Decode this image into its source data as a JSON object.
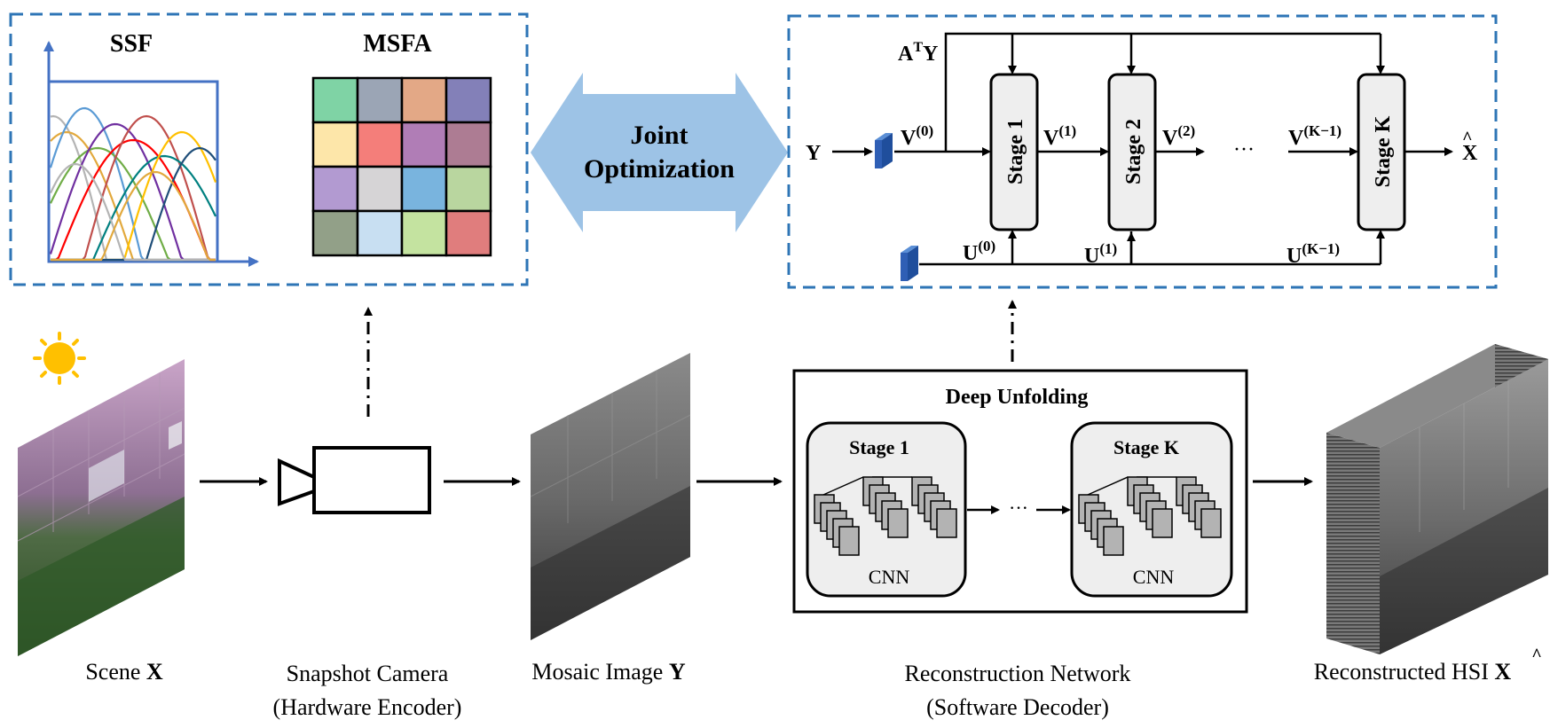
{
  "hardware": {
    "ssf_label": "SSF",
    "msfa_label": "MSFA",
    "msfa_colors": [
      "#7fd3a5",
      "#9ba5b5",
      "#e3a886",
      "#8380b8",
      "#fde6a9",
      "#f47e7a",
      "#b07db6",
      "#ad7c93",
      "#b29ad1",
      "#d6d4d6",
      "#79b4de",
      "#b9d69f",
      "#92a088",
      "#c8dff2",
      "#c4e3a0",
      "#e07d7d"
    ],
    "ssf_curve_colors": [
      "#b4b4b4",
      "#e2a93d",
      "#5b9bd5",
      "#70ad47",
      "#7030a0",
      "#ff0000",
      "#c0504d",
      "#008080",
      "#ffc000",
      "#1f4e79"
    ]
  },
  "joint_optimization": {
    "line1": "Joint",
    "line2": "Optimization"
  },
  "unfolding": {
    "input": "Y",
    "at_y": "A",
    "at_y_sup": "T",
    "at_y_tail": "Y",
    "v0": "V",
    "v0_sup": "(0)",
    "v1": "V",
    "v1_sup": "(1)",
    "v2": "V",
    "v2_sup": "(2)",
    "vk1": "V",
    "vk1_sup": "(K−1)",
    "u0": "U",
    "u0_sup": "(0)",
    "u1": "U",
    "u1_sup": "(1)",
    "uk1": "U",
    "uk1_sup": "(K−1)",
    "stage1": "Stage 1",
    "stage2": "Stage 2",
    "stagek": "Stage K",
    "ellipsis": "···",
    "output": "X"
  },
  "deep_unfolding": {
    "title": "Deep Unfolding",
    "stage1": "Stage 1",
    "stagek": "Stage K",
    "cnn1": "CNN",
    "cnnk": "CNN",
    "ellipsis": "···"
  },
  "captions": {
    "scene": "Scene ",
    "scene_bold": "X",
    "camera_line1": "Snapshot Camera",
    "camera_line2": "(Hardware Encoder)",
    "mosaic": "Mosaic Image ",
    "mosaic_bold": "Y",
    "network_line1": "Reconstruction Network",
    "network_line2": "(Software Decoder)",
    "recon": "Reconstructed HSI ",
    "recon_bold": "X"
  }
}
